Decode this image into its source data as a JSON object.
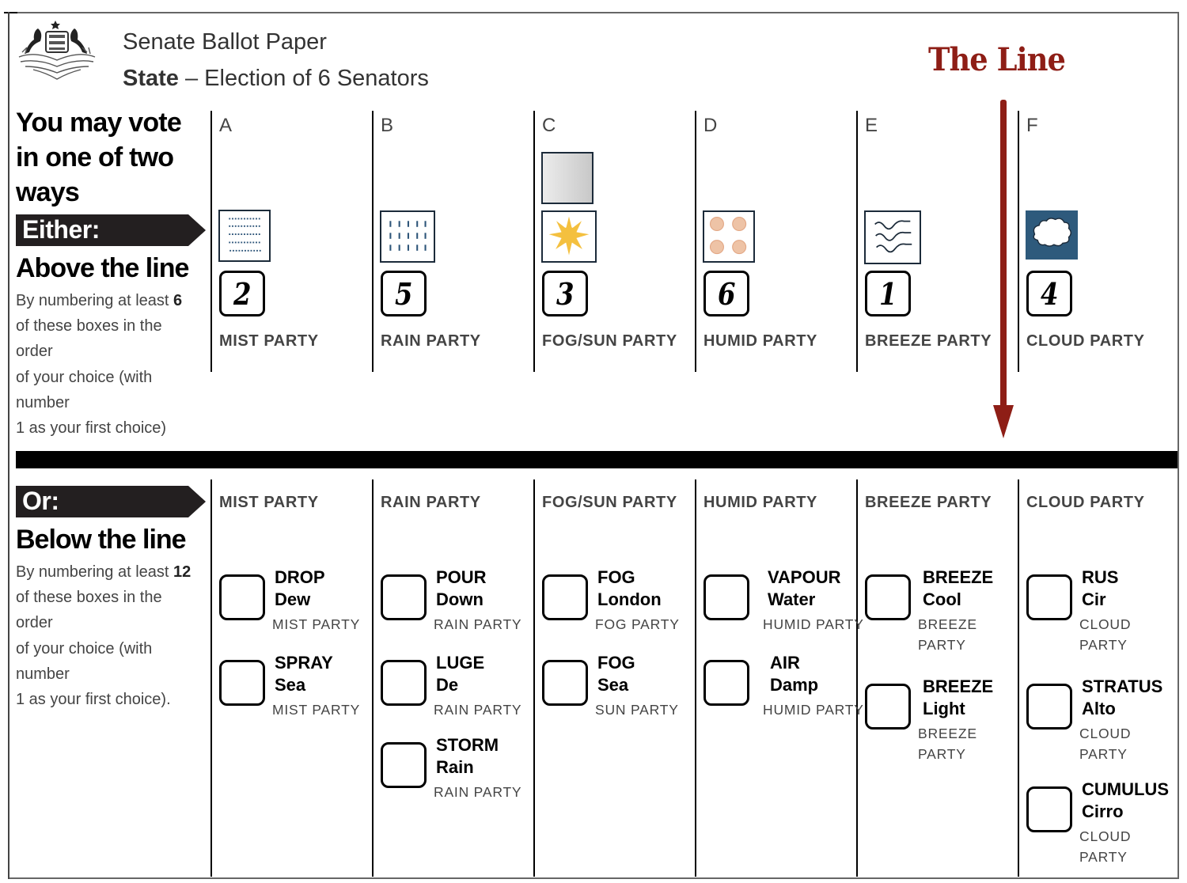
{
  "header": {
    "title": "Senate Ballot Paper",
    "subtitle_bold": "State",
    "subtitle_rest": " – Election of 6 Senators"
  },
  "annotation": {
    "label": "The Line",
    "color": "#8e1e16"
  },
  "instructions": {
    "heading": "You may vote in one of two ways",
    "above": {
      "tag": "Either:",
      "heading": "Above the line",
      "text_pre": "By numbering at least ",
      "count": "6",
      "text_post": " of these boxes in the order of your choice (with number 1 as your first choice)",
      "lines": [
        "of these boxes in the",
        "order",
        "of your choice (with",
        "number",
        "1 as your first choice)"
      ]
    },
    "below": {
      "tag": "Or:",
      "heading": "Below the line",
      "text_pre": "By numbering at least ",
      "count": "12",
      "lines": [
        "of these boxes in the",
        "order",
        "of your choice (with",
        "number",
        "1 as your first choice)."
      ]
    }
  },
  "above_the_line": [
    {
      "letter": "A",
      "party": "MIST PARTY",
      "logo": "mist-dots-icon",
      "vote": "2"
    },
    {
      "letter": "B",
      "party": "RAIN PARTY",
      "logo": "rain-lines-icon",
      "vote": "5"
    },
    {
      "letter": "C",
      "party": "FOG/SUN PARTY",
      "logo": "sun-icon",
      "logo_secondary": "fog-grey-square-icon",
      "vote": "3"
    },
    {
      "letter": "D",
      "party": "HUMID PARTY",
      "logo": "humid-circles-icon",
      "vote": "6"
    },
    {
      "letter": "E",
      "party": "BREEZE PARTY",
      "logo": "breeze-waves-icon",
      "vote": "1"
    },
    {
      "letter": "F",
      "party": "CLOUD PARTY",
      "logo": "cloud-icon",
      "vote": "4"
    }
  ],
  "below_the_line": [
    {
      "party": "MIST PARTY",
      "candidates": [
        {
          "surname": "DROP",
          "given": "Dew",
          "party": "MIST PARTY",
          "vote": ""
        },
        {
          "surname": "SPRAY",
          "given": "Sea",
          "party": "MIST PARTY",
          "vote": ""
        }
      ]
    },
    {
      "party": "RAIN PARTY",
      "candidates": [
        {
          "surname": "POUR",
          "given": "Down",
          "party": "RAIN PARTY",
          "vote": ""
        },
        {
          "surname": "LUGE",
          "given": "De",
          "party": "RAIN PARTY",
          "vote": ""
        },
        {
          "surname": "STORM",
          "given": "Rain",
          "party": "RAIN PARTY",
          "vote": ""
        }
      ]
    },
    {
      "party": "FOG/SUN PARTY",
      "candidates": [
        {
          "surname": "FOG",
          "given": "London",
          "party": "FOG PARTY",
          "vote": ""
        },
        {
          "surname": "FOG",
          "given": "Sea",
          "party": "SUN PARTY",
          "vote": ""
        }
      ]
    },
    {
      "party": "HUMID PARTY",
      "candidates": [
        {
          "surname": "VAPOUR",
          "given": "Water",
          "party": "HUMID PARTY",
          "vote": ""
        },
        {
          "surname": "AIR",
          "given": "Damp",
          "party": "HUMID PARTY",
          "vote": ""
        }
      ]
    },
    {
      "party": "BREEZE PARTY",
      "candidates": [
        {
          "surname": "BREEZE",
          "given": "Cool",
          "party": "BREEZE PARTY",
          "vote": ""
        },
        {
          "surname": "BREEZE",
          "given": "Light",
          "party": "BREEZE PARTY",
          "vote": ""
        }
      ]
    },
    {
      "party": "CLOUD PARTY",
      "candidates": [
        {
          "surname": "RUS",
          "given": "Cir",
          "party": "CLOUD PARTY",
          "vote": ""
        },
        {
          "surname": "STRATUS",
          "given": "Alto",
          "party": "CLOUD PARTY",
          "vote": ""
        },
        {
          "surname": "CUMULUS",
          "given": "Cirro",
          "party": "CLOUD PARTY",
          "vote": ""
        }
      ]
    }
  ]
}
